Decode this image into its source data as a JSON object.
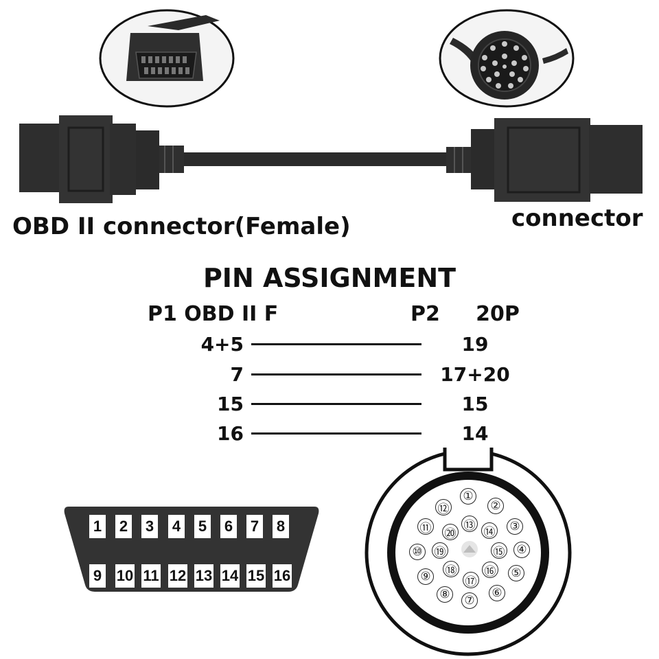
{
  "labels": {
    "obd_connector": "OBD II  connector(Female)",
    "other_connector": "connector",
    "pin_assignment_title": "PIN ASSIGNMENT",
    "header_p1": "P1 OBD II  F",
    "header_p2": "P2     20P"
  },
  "pin_mapping": [
    {
      "p1": "4+5",
      "p2": "19"
    },
    {
      "p1": "7",
      "p2": "17+20"
    },
    {
      "p1": "15",
      "p2": "15"
    },
    {
      "p1": "16",
      "p2": "14"
    }
  ],
  "obd_pins": {
    "top": [
      "1",
      "2",
      "3",
      "4",
      "5",
      "6",
      "7",
      "8"
    ],
    "bottom": [
      "9",
      "10",
      "11",
      "12",
      "13",
      "14",
      "15",
      "16"
    ]
  },
  "round_pins": [
    "①",
    "②",
    "③",
    "④",
    "⑤",
    "⑥",
    "⑦",
    "⑧",
    "⑨",
    "⑩",
    "⑪",
    "⑫",
    "⑬",
    "⑭",
    "⑮",
    "⑯",
    "⑰",
    "⑱",
    "⑲",
    "⑳"
  ],
  "colors": {
    "cable": "#2b2b2b",
    "ink": "#111111",
    "background": "#ffffff"
  },
  "icons": [
    "obd-female-plug-photo",
    "round-20pin-plug-photo",
    "obd-connector-face",
    "round-20pin-connector-face"
  ]
}
